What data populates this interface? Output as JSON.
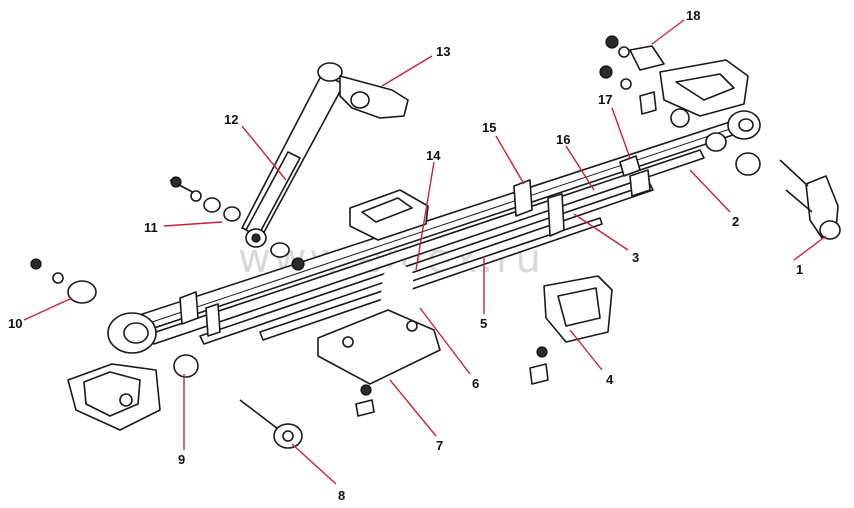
{
  "watermark": "www.emex.ru",
  "callouts": [
    {
      "id": "c1",
      "label": "1"
    },
    {
      "id": "c2",
      "label": "2"
    },
    {
      "id": "c3",
      "label": "3"
    },
    {
      "id": "c4",
      "label": "4"
    },
    {
      "id": "c5",
      "label": "5"
    },
    {
      "id": "c6",
      "label": "6"
    },
    {
      "id": "c7",
      "label": "7"
    },
    {
      "id": "c8",
      "label": "8"
    },
    {
      "id": "c9",
      "label": "9"
    },
    {
      "id": "c10",
      "label": "10"
    },
    {
      "id": "c11",
      "label": "11"
    },
    {
      "id": "c12",
      "label": "12"
    },
    {
      "id": "c13",
      "label": "13"
    },
    {
      "id": "c14",
      "label": "14"
    },
    {
      "id": "c15",
      "label": "15"
    },
    {
      "id": "c16",
      "label": "16"
    },
    {
      "id": "c17",
      "label": "17"
    },
    {
      "id": "c18",
      "label": "18"
    }
  ]
}
